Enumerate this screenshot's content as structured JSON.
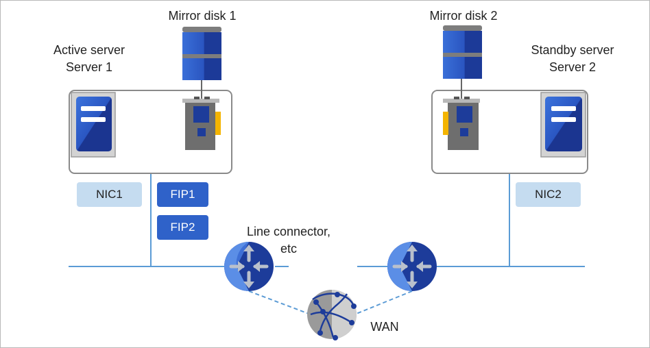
{
  "diagram": {
    "mirror_disk_1": "Mirror disk 1",
    "mirror_disk_2": "Mirror disk 2",
    "server1": {
      "role": "Active server",
      "name": "Server 1"
    },
    "server2": {
      "role": "Standby server",
      "name": "Server 2"
    },
    "nic1": "NIC1",
    "nic2": "NIC2",
    "fip1": "FIP1",
    "fip2": "FIP2",
    "line_connector": {
      "line1": "Line connector,",
      "line2": "etc"
    },
    "wan": "WAN",
    "colors": {
      "dark_blue": "#1d3c9a",
      "mid_blue": "#2f62c9",
      "light_blue_box": "#c5dcf0",
      "line_blue": "#5b9bd5",
      "gray_box": "#d0d0d0",
      "card_gray": "#707070",
      "accent_yellow": "#f4b400"
    }
  }
}
